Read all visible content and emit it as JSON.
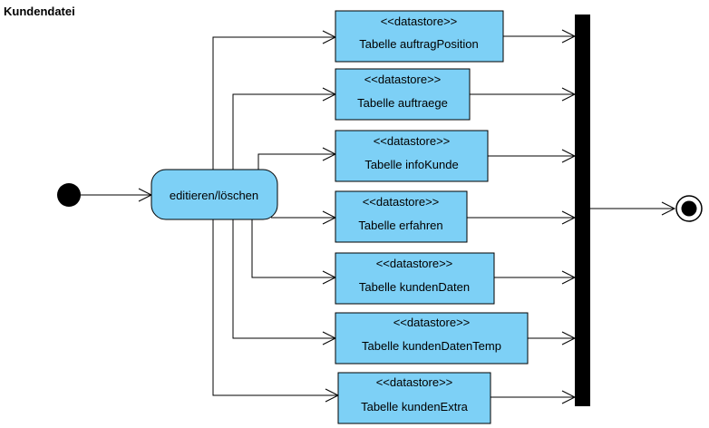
{
  "title": "Kundendatei",
  "action": {
    "label": "editieren/löschen"
  },
  "datastores": [
    {
      "stereotype": "<<datastore>>",
      "label": "Tabelle auftragPosition"
    },
    {
      "stereotype": "<<datastore>>",
      "label": "Tabelle auftraege"
    },
    {
      "stereotype": "<<datastore>>",
      "label": "Tabelle infoKunde"
    },
    {
      "stereotype": "<<datastore>>",
      "label": "Tabelle erfahren"
    },
    {
      "stereotype": "<<datastore>>",
      "label": "Tabelle kundenDaten"
    },
    {
      "stereotype": "<<datastore>>",
      "label": "Tabelle kundenDatenTemp"
    },
    {
      "stereotype": "<<datastore>>",
      "label": "Tabelle kundenExtra"
    }
  ],
  "colors": {
    "node_fill": "#7dd0f6",
    "stroke": "#000000",
    "bar": "#000000"
  }
}
